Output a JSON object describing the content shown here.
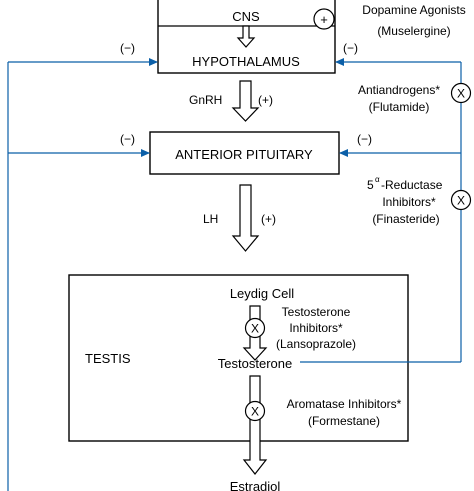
{
  "diagram": {
    "cns_label": "CNS",
    "hypothalamus_label": "HYPOTHALAMUS",
    "gnrh_label": "GnRH",
    "gnrh_sign": "(+)",
    "anterior_pituitary_label": "ANTERIOR PITUITARY",
    "lh_label": "LH",
    "lh_sign": "(+)",
    "testis_label": "TESTIS",
    "leydig_label": "Leydig Cell",
    "testosterone_label": "Testosterone",
    "estradiol_label": "Estradiol",
    "feedback_hypothalamus_sign": "(−)",
    "feedback_pituitary_sign": "(−)",
    "right_hypothalamus_sign": "(−)",
    "right_pituitary_sign": "(−)",
    "plus_symbol": "+",
    "block_symbol": "X",
    "drugs": {
      "dopamine_line1": "Dopamine Agonists",
      "dopamine_line2": "(Muselergine)",
      "antiandrogen_line1": "Antiandrogens*",
      "antiandrogen_line2": "(Flutamide)",
      "reductase_sup": "α",
      "reductase_line1_pre": "5",
      "reductase_line1_post": "-Reductase",
      "reductase_line2": "Inhibitors*",
      "reductase_line3": "(Finasteride)",
      "testosterone_inhib_line1": "Testosterone",
      "testosterone_inhib_line2": "Inhibitors*",
      "testosterone_inhib_line3": "(Lansoprazole)",
      "aromatase_line1": "Aromatase Inhibitors*",
      "aromatase_line2": "(Formestane)"
    }
  }
}
